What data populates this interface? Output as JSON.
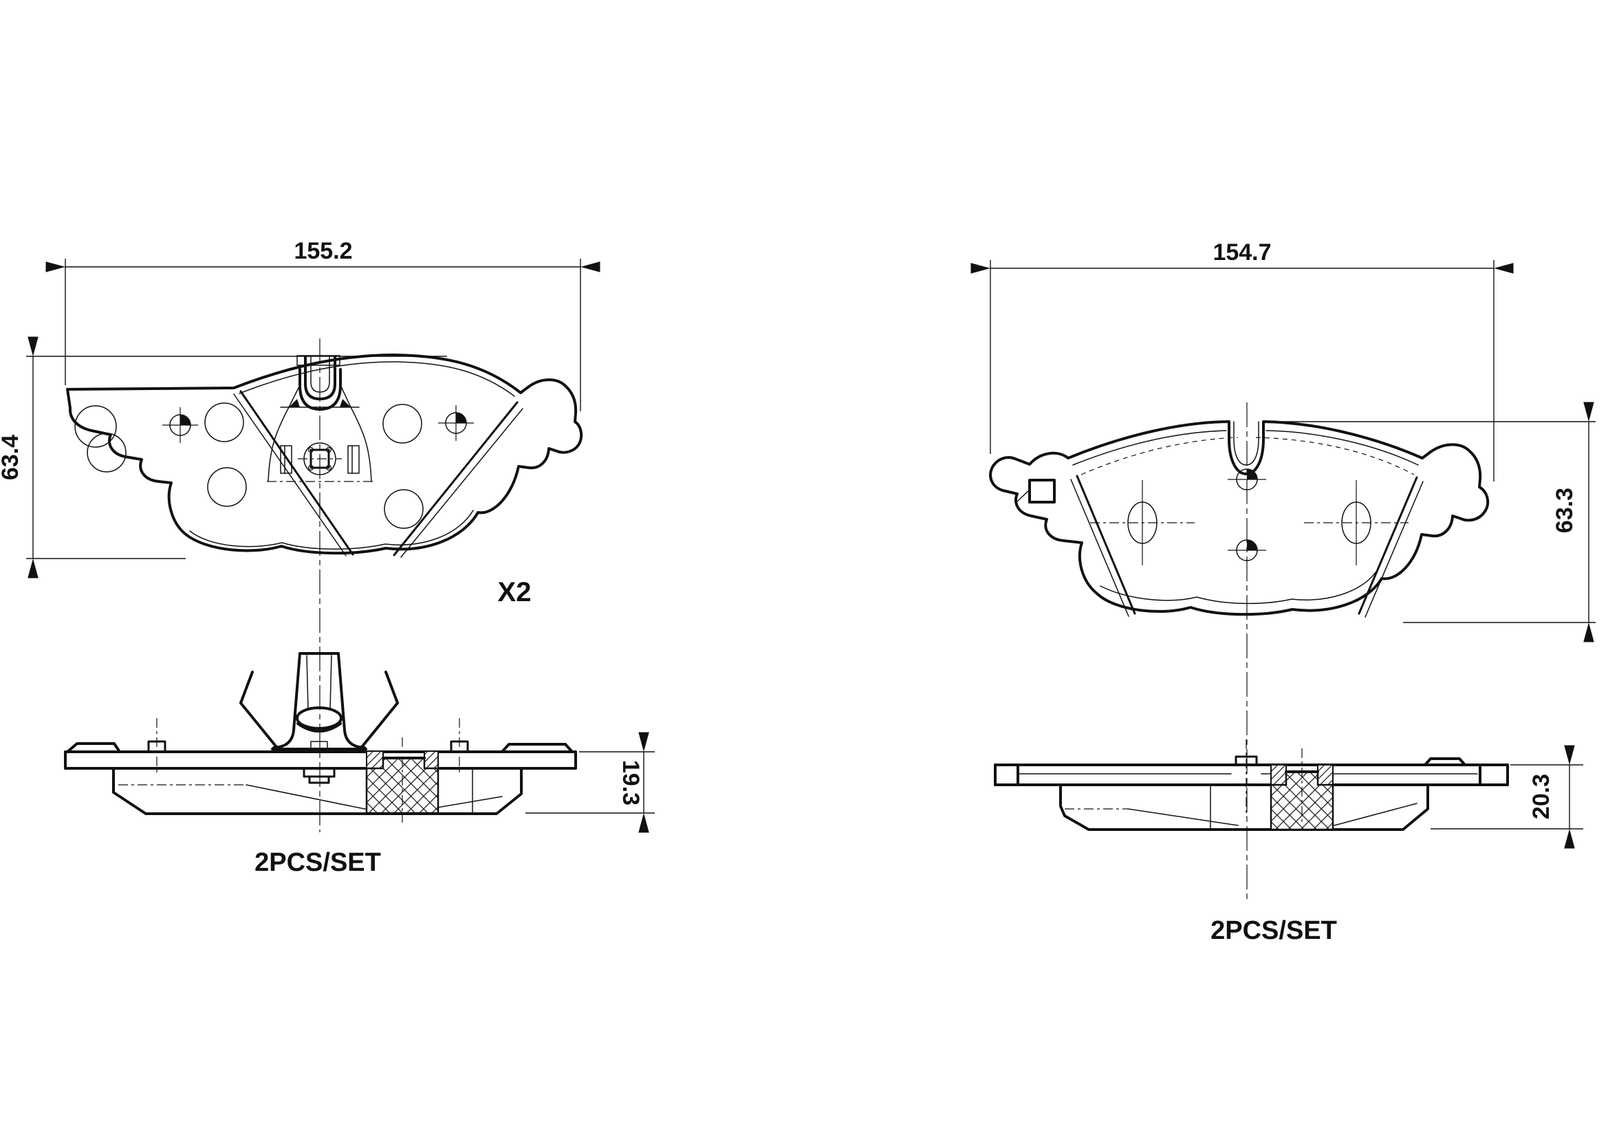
{
  "colors": {
    "ink": "#111111",
    "background": "#ffffff"
  },
  "figures": {
    "left": {
      "width": "155.2",
      "height": "63.4",
      "thickness": "19.3",
      "quantity": "X2",
      "set": "2PCS/SET"
    },
    "right": {
      "width": "154.7",
      "height": "63.3",
      "thickness": "20.3",
      "set": "2PCS/SET"
    }
  }
}
